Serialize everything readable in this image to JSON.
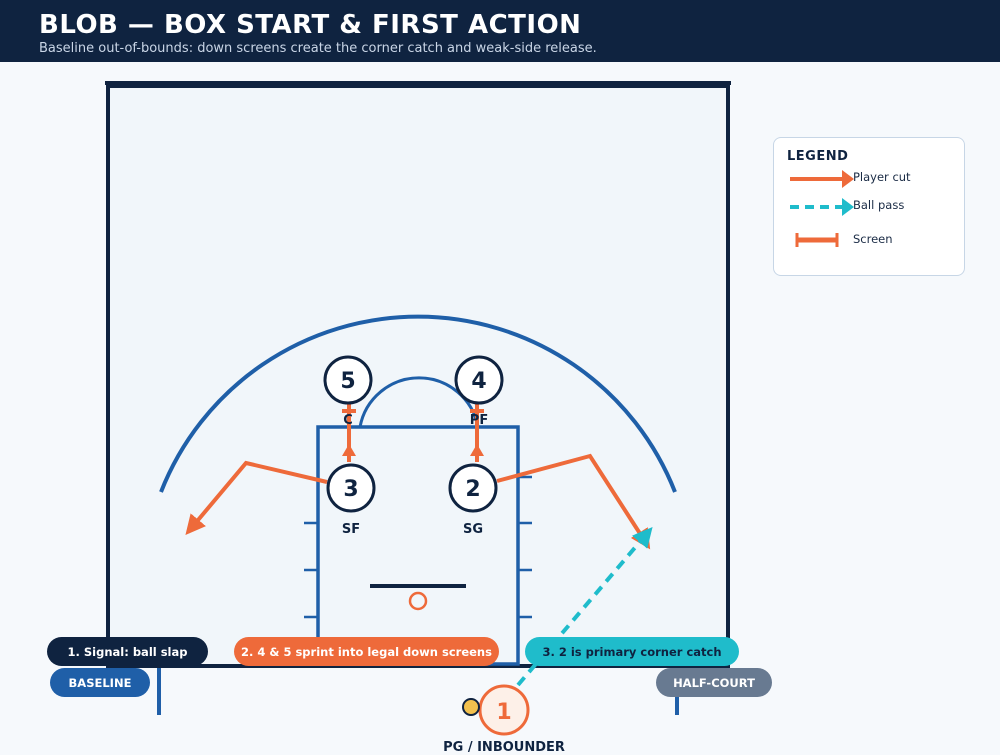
{
  "header": {
    "title": "BLOB — BOX START & FIRST ACTION",
    "subtitle": "Baseline out-of-bounds: down screens create the corner catch and weak-side release."
  },
  "legend": {
    "title": "LEGEND",
    "items": [
      {
        "label": "Player cut",
        "icon": "player-cut-arrow"
      },
      {
        "label": "Ball pass",
        "icon": "ball-pass-arrow"
      },
      {
        "label": "Screen",
        "icon": "screen-bar"
      }
    ]
  },
  "players": [
    {
      "number": "5",
      "position": "C"
    },
    {
      "number": "4",
      "position": "PF"
    },
    {
      "number": "3",
      "position": "SF"
    },
    {
      "number": "2",
      "position": "SG"
    },
    {
      "number": "1",
      "position": "PG / INBOUNDER"
    }
  ],
  "steps": [
    {
      "label": "1. Signal: ball slap"
    },
    {
      "label": "2. 4 & 5 sprint into legal down screens"
    },
    {
      "label": "3. 2 is primary corner catch"
    }
  ],
  "court_labels": {
    "baseline": "BASELINE",
    "half_court": "HALF-COURT"
  },
  "colors": {
    "navy": "#0f2340",
    "court_blue": "#1f5fa8",
    "cut_orange": "#ee6a3a",
    "pass_teal": "#1fbccb",
    "half_court_gray": "#687a91",
    "ball_yellow": "#f2c14e"
  }
}
